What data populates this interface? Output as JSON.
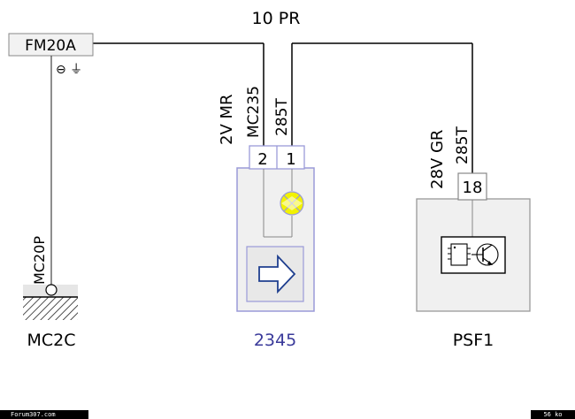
{
  "bus": {
    "label": "10 PR"
  },
  "ground_connector": {
    "code": "FM20A",
    "symbols": "⊖ ⏚"
  },
  "ground_point": {
    "wire_code": "MC20P",
    "name": "MC2C"
  },
  "component_2345": {
    "name": "2345",
    "pins": [
      "2",
      "1"
    ],
    "wire_pin2": {
      "signal": "2V MR",
      "code": "MC235"
    },
    "wire_pin1": {
      "code": "285T"
    }
  },
  "component_psf1": {
    "name": "PSF1",
    "pin": "18",
    "wire": {
      "signal": "28V GR",
      "code": "285T"
    }
  },
  "footer": {
    "site": "Forum307.com",
    "size": "56 ko"
  },
  "colors": {
    "line": "#000000",
    "box_border": "#9a9ad8",
    "box_fill": "#f0f0f0",
    "lamp": "#f2f200",
    "arrow": "#1f3f8f",
    "label_2345": "#3a3a9a"
  }
}
